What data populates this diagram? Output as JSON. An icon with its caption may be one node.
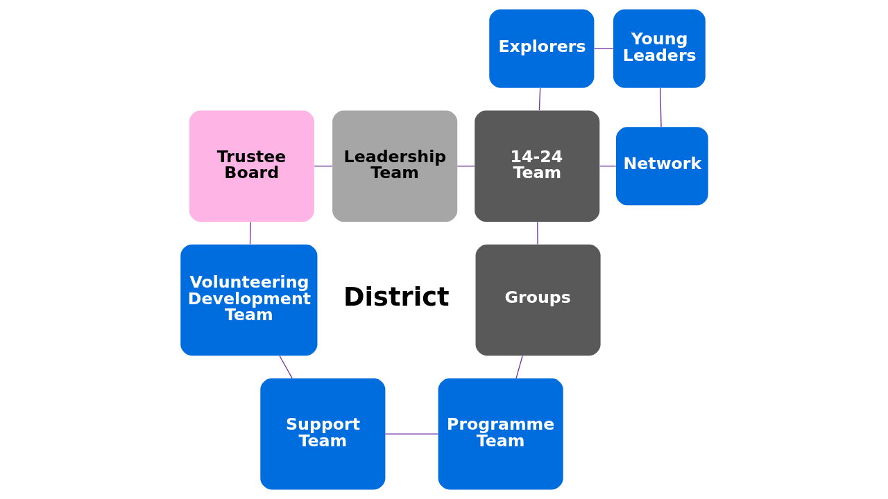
{
  "diagram": {
    "nodes": [
      {
        "text": [
          "Trustee Board"
        ]
      },
      {
        "text": [
          "Leadership Team"
        ]
      },
      {
        "text": [
          "Explorers"
        ]
      },
      {
        "text": [
          "Young Leaders"
        ]
      },
      {
        "text": [
          "14-24 Team"
        ]
      },
      {
        "text": [
          "Network"
        ]
      },
      {
        "text": [
          "Volunteering Development Team"
        ]
      },
      {
        "text": [
          "Groups"
        ]
      },
      {
        "text": [
          "Support Team"
        ]
      },
      {
        "text": [
          "Programme Team"
        ]
      }
    ],
    "edges": [
      {
        "from": 0,
        "to": 1,
        "arrow": "none"
      },
      {
        "from": 1,
        "to": 4,
        "arrow": "none"
      },
      {
        "from": 2,
        "to": 4,
        "arrow": "none"
      },
      {
        "from": 2,
        "to": 3,
        "arrow": "none"
      },
      {
        "from": 3,
        "to": 5,
        "arrow": "none"
      },
      {
        "from": 4,
        "to": 5,
        "arrow": "none"
      },
      {
        "from": 0,
        "to": 6,
        "arrow": "none"
      },
      {
        "from": 4,
        "to": 7,
        "arrow": "none"
      },
      {
        "from": 6,
        "to": 8,
        "arrow": "none"
      },
      {
        "from": 8,
        "to": 9,
        "arrow": "none"
      },
      {
        "from": 9,
        "to": 7,
        "arrow": "none"
      }
    ],
    "labels": [
      "District"
    ]
  }
}
